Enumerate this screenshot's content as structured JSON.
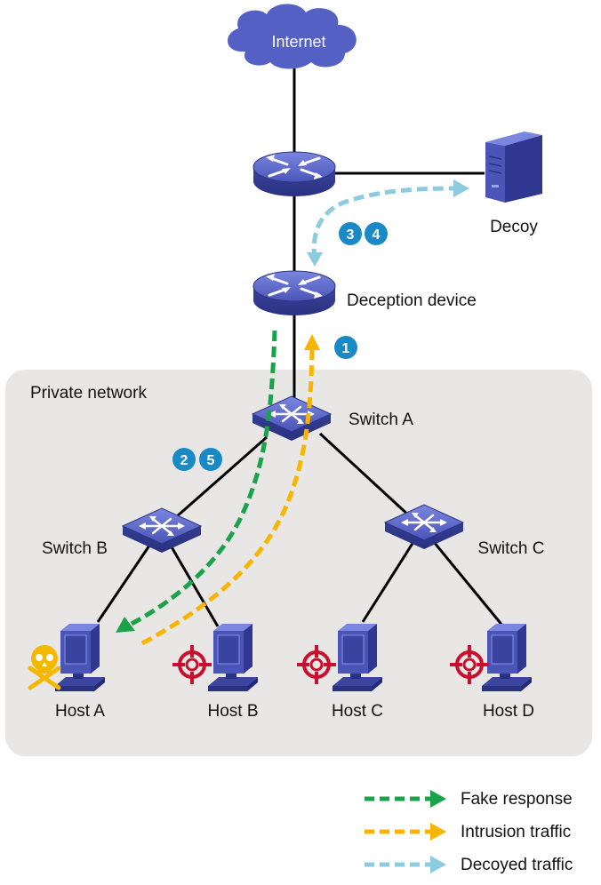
{
  "colors": {
    "fake_response": "#1aa34a",
    "intrusion_traffic": "#f7b500",
    "decoyed_traffic": "#8ccbe0",
    "step_badge": "#1a8ac6",
    "device_blue": "#5560c4",
    "region_fill": "#e9e7e6",
    "target_red": "#c8102e",
    "skull_yellow": "#f5b800"
  },
  "nodes": {
    "internet": "Internet",
    "decoy": "Decoy",
    "deception_device": "Deception device",
    "private_network": "Private network",
    "switch_a": "Switch A",
    "switch_b": "Switch B",
    "switch_c": "Switch C",
    "host_a": "Host A",
    "host_b": "Host B",
    "host_c": "Host C",
    "host_d": "Host D"
  },
  "steps": {
    "s1": "1",
    "s2": "2",
    "s3": "3",
    "s4": "4",
    "s5": "5"
  },
  "host_markers": {
    "host_a": "skull-icon",
    "host_b": "target-icon",
    "host_c": "target-icon",
    "host_d": "target-icon"
  },
  "legend": [
    {
      "label": "Fake response",
      "color": "#1aa34a"
    },
    {
      "label": "Intrusion traffic",
      "color": "#f7b500"
    },
    {
      "label": "Decoyed traffic",
      "color": "#8ccbe0"
    }
  ]
}
